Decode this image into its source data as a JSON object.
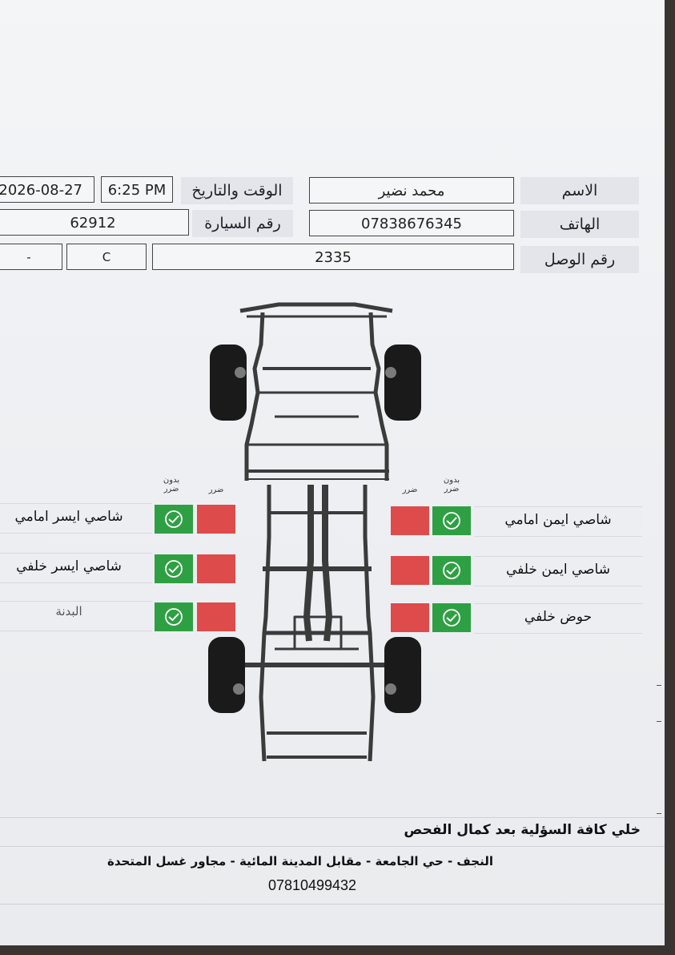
{
  "header": {
    "name_label": "الاسم",
    "name_value": "محمد نضير",
    "datetime_label": "الوقت والتاريخ",
    "time_value": "6:25 PM",
    "date_value": "2026-08-27",
    "phone_label": "الهاتف",
    "phone_value": "07838676345",
    "plate_label": "رقم السيارة",
    "plate_value": "62912",
    "receipt_label": "رقم الوصل",
    "receipt_value": "2335",
    "field_c": "C",
    "field_dash": "-"
  },
  "status_captions": {
    "no_damage": "بدون\nضرر",
    "damage": "ضرر"
  },
  "inspection": {
    "right": [
      {
        "label": "شاصي ايمن امامي",
        "status": "no_damage"
      },
      {
        "label": "شاصي ايمن خلفي",
        "status": "no_damage"
      },
      {
        "label": "حوض خلفي",
        "status": "no_damage"
      }
    ],
    "left": [
      {
        "label": "شاصي ايسر امامي",
        "status": "no_damage"
      },
      {
        "label": "شاصي ايسر خلفي",
        "status": "no_damage"
      },
      {
        "label": "البدنة",
        "status": "no_damage"
      }
    ]
  },
  "footer": {
    "disclaimer": "خلي كافة السؤلية بعد كمال الفحص",
    "address": "النجف - حي الجامعة - مقابل المدينة المائية - مجاور غسل المتحدة",
    "phone": "07810499432"
  },
  "colors": {
    "ok": "#2ea043",
    "damage": "#dd4b4b",
    "label_bg": "#e3e5ea"
  }
}
